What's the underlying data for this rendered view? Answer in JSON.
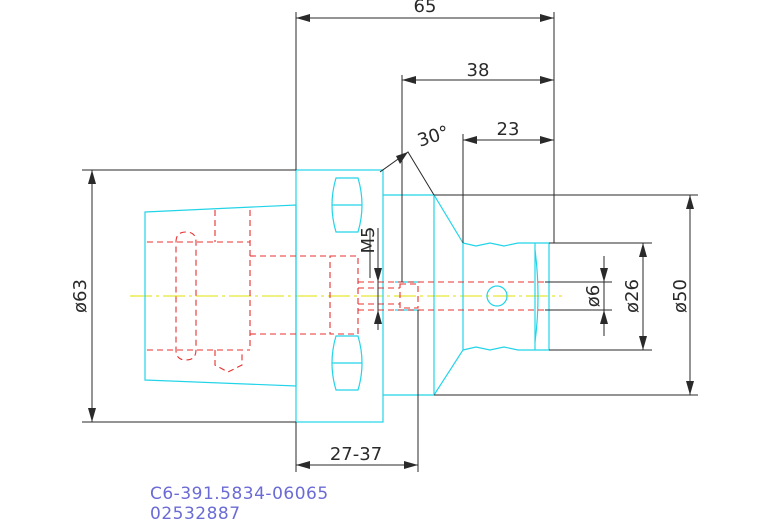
{
  "dimensions": {
    "length_overall": "65",
    "length_38": "38",
    "length_23": "23",
    "angle": "30°",
    "thread": "M5",
    "dia_63": "ø63",
    "dia_50": "ø50",
    "dia_26": "ø26",
    "dia_6": "ø6",
    "flange_range": "27-37"
  },
  "part": {
    "code": "C6-391.5834-06065",
    "number": "02532887"
  },
  "colors": {
    "outline": "#22d4e8",
    "hidden": "#e83030",
    "centerline": "#e0e000",
    "dimension": "#2a2a2a",
    "part_text": "#6b6bd6"
  }
}
